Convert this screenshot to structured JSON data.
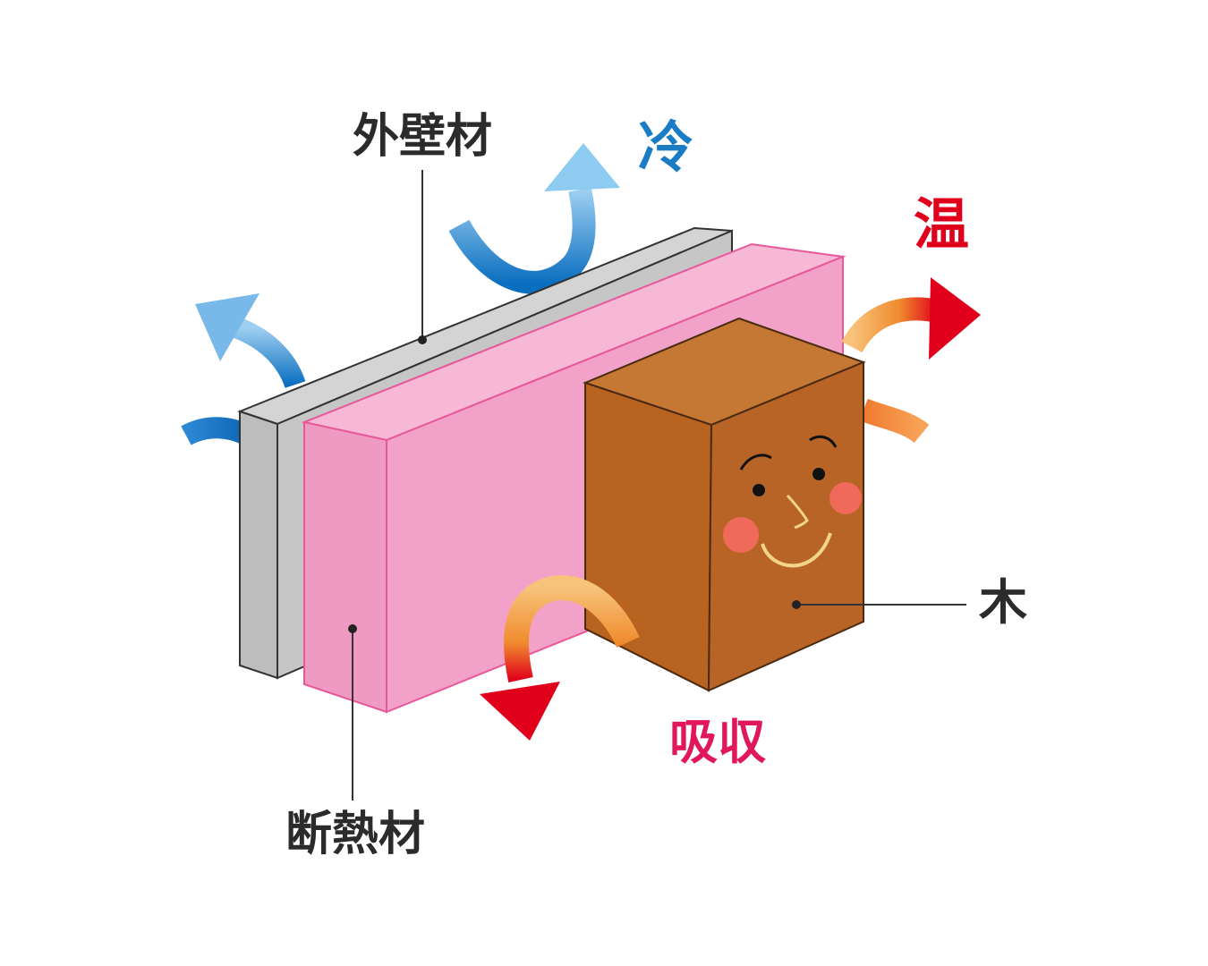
{
  "labels": {
    "outer_wall": "外壁材",
    "cold": "冷",
    "warm": "温",
    "wood": "木",
    "absorb": "吸収",
    "insulation": "断熱材"
  },
  "colors": {
    "background": "#ffffff",
    "outer_wall": "#c0c0c0",
    "insulation": "#f2a0c6",
    "wood": "#b86426",
    "cold_text": "#1a7cc4",
    "warm_text": "#e0001b",
    "absorb_text": "#e0185a",
    "leader_line": "#333333"
  }
}
